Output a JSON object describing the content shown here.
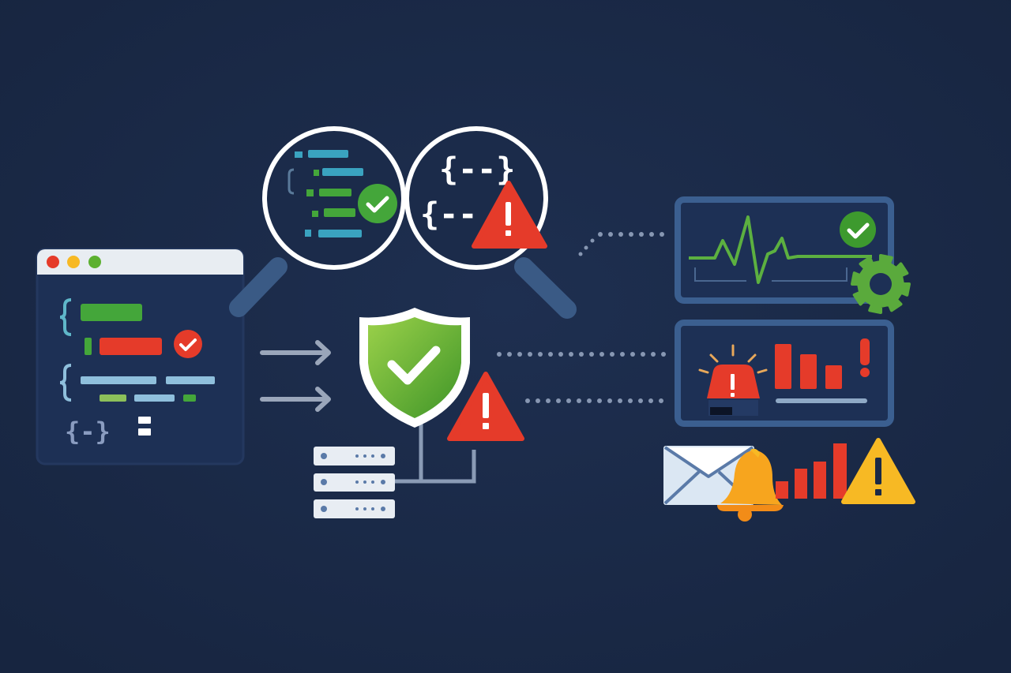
{
  "colors": {
    "background": "#1a2946",
    "panel": "#1d3055",
    "panel_border": "#3b5f90",
    "success": "#4caf3a",
    "danger": "#e53b2a",
    "warning": "#f7b924",
    "teal": "#3aa3c0",
    "light_blue": "#8fbfdc"
  },
  "code_window": {
    "icons": [
      "close-dot",
      "minimize-dot",
      "maximize-dot",
      "check-circle-icon"
    ],
    "snippet": "{-}"
  },
  "magnifier_left": {
    "icons": [
      "magnifier-icon",
      "check-circle-icon"
    ]
  },
  "magnifier_right": {
    "icons": [
      "magnifier-icon",
      "warning-triangle-icon"
    ],
    "code_line_1": "{--}",
    "code_line_2": "{--"
  },
  "center": {
    "icons": [
      "shield-check-icon",
      "warning-triangle-icon",
      "server-stack-icon"
    ]
  },
  "monitor_panels": [
    {
      "icons": [
        "heartbeat-icon",
        "check-circle-icon",
        "gear-icon"
      ]
    },
    {
      "icons": [
        "siren-icon",
        "bar-chart-icon",
        "exclamation-icon"
      ]
    }
  ],
  "notifications": {
    "icons": [
      "envelope-icon",
      "bell-icon",
      "bar-chart-icon",
      "warning-triangle-icon"
    ]
  }
}
